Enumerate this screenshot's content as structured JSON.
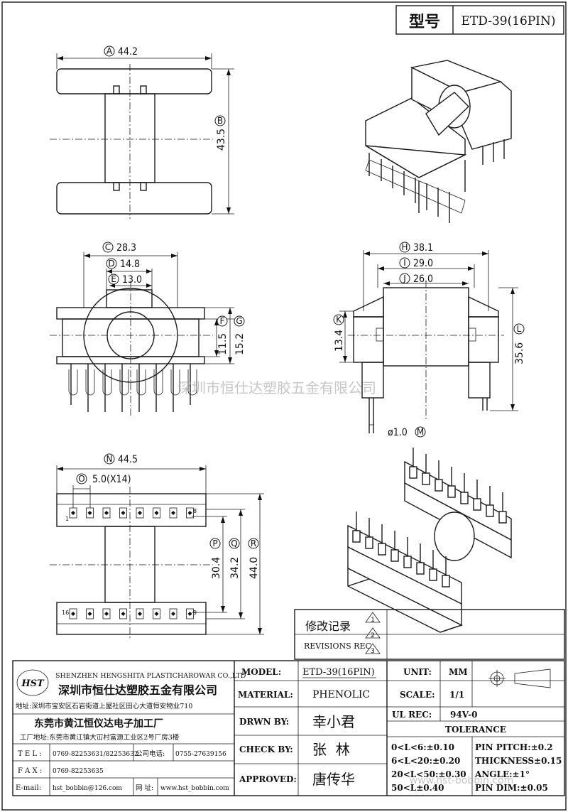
{
  "header": {
    "model_label": "型号",
    "model_value": "ETD-39(16PIN)"
  },
  "watermark": {
    "text": "深圳市恒仕达塑胶五金有限公司",
    "text2": "www.hst-bobbin.com"
  },
  "dims": {
    "A": {
      "letter": "A",
      "value": "44.2"
    },
    "B": {
      "letter": "B",
      "value": "43.5"
    },
    "C": {
      "letter": "C",
      "value": "28.3"
    },
    "D": {
      "letter": "D",
      "value": "14.8"
    },
    "E": {
      "letter": "E",
      "value": "13.0"
    },
    "F": {
      "letter": "F",
      "value": "11.5"
    },
    "G": {
      "letter": "G",
      "value": "15.2"
    },
    "H": {
      "letter": "H",
      "value": "38.1"
    },
    "I": {
      "letter": "I",
      "value": "29.0"
    },
    "J": {
      "letter": "J",
      "value": "26.0"
    },
    "K": {
      "letter": "K",
      "value": "13.4"
    },
    "L": {
      "letter": "L",
      "value": "35.6"
    },
    "M": {
      "letter": "M",
      "value": "ø1.0"
    },
    "N": {
      "letter": "N",
      "value": "44.5"
    },
    "O": {
      "letter": "O",
      "value": "5.0(X14)"
    },
    "P": {
      "letter": "P",
      "value": "30.4"
    },
    "Q": {
      "letter": "Q",
      "value": "34.2"
    },
    "R": {
      "letter": "R",
      "value": "44.0"
    }
  },
  "pin_labels": {
    "p1": "1",
    "p8": "8",
    "p16": "16",
    "p9": "9"
  },
  "revisions": {
    "title_cn": "修改记录",
    "title_en": "REVISIONS REC",
    "marks": [
      "1",
      "2",
      "3"
    ]
  },
  "company": {
    "logo": "HST",
    "name_en": "SHENZHEN HENGSHITA PLASTICHAROWAR CO.,LTD",
    "name_cn": "深圳市恒仕达塑胶五金有限公司",
    "address": "地址:深圳市宝安区石岩街道上屋社区田心大道恒安物业710",
    "factory_name": "东莞市黄江恒仪达电子加工厂",
    "factory_address": "工厂地址:东莞市黄江镇大冚村富源工业区2号厂房3楼"
  },
  "contacts": {
    "tel_label": "T E L :",
    "tel_value": "0769-82253631/82253632",
    "company_label": "公司电话:",
    "company_value": "0755-27639156",
    "fax_label": "F A X :",
    "fax_value": "0769-82253635",
    "email_label": "E-mail:",
    "email_value": "hst_bobbin@126.com",
    "site_label": "网 址:",
    "site_value": "www.hst_bobbin.com"
  },
  "fields": {
    "model_label": "MODEL:",
    "model_value": "ETD-39(16PIN)",
    "material_label": "MATERIAL:",
    "material_value": "PHENOLIC",
    "drawn_label": "DRWN BY:",
    "drawn_value": "幸小君",
    "check_label": "CHECK BY:",
    "check_value": "张  林",
    "approved_label": "APPROVED:",
    "approved_value": "唐传华",
    "unit_label": "UNIT:",
    "unit_value": "MM",
    "scale_label": "SCALE:",
    "scale_value": "1/1",
    "ul_label": "UL REC:",
    "ul_value": "94V-0"
  },
  "tolerance": {
    "title": "TOLERANCE",
    "lines": [
      "0<L<6:±0.10",
      "6<L<20:±0.20",
      "20<L<50:±0.30",
      "50<L±0.40"
    ],
    "right": [
      "PIN PITCH:±0.2",
      "THICKNESS±0.15",
      "ANGLE:±1°",
      "PIN DIM:±0.05"
    ]
  }
}
